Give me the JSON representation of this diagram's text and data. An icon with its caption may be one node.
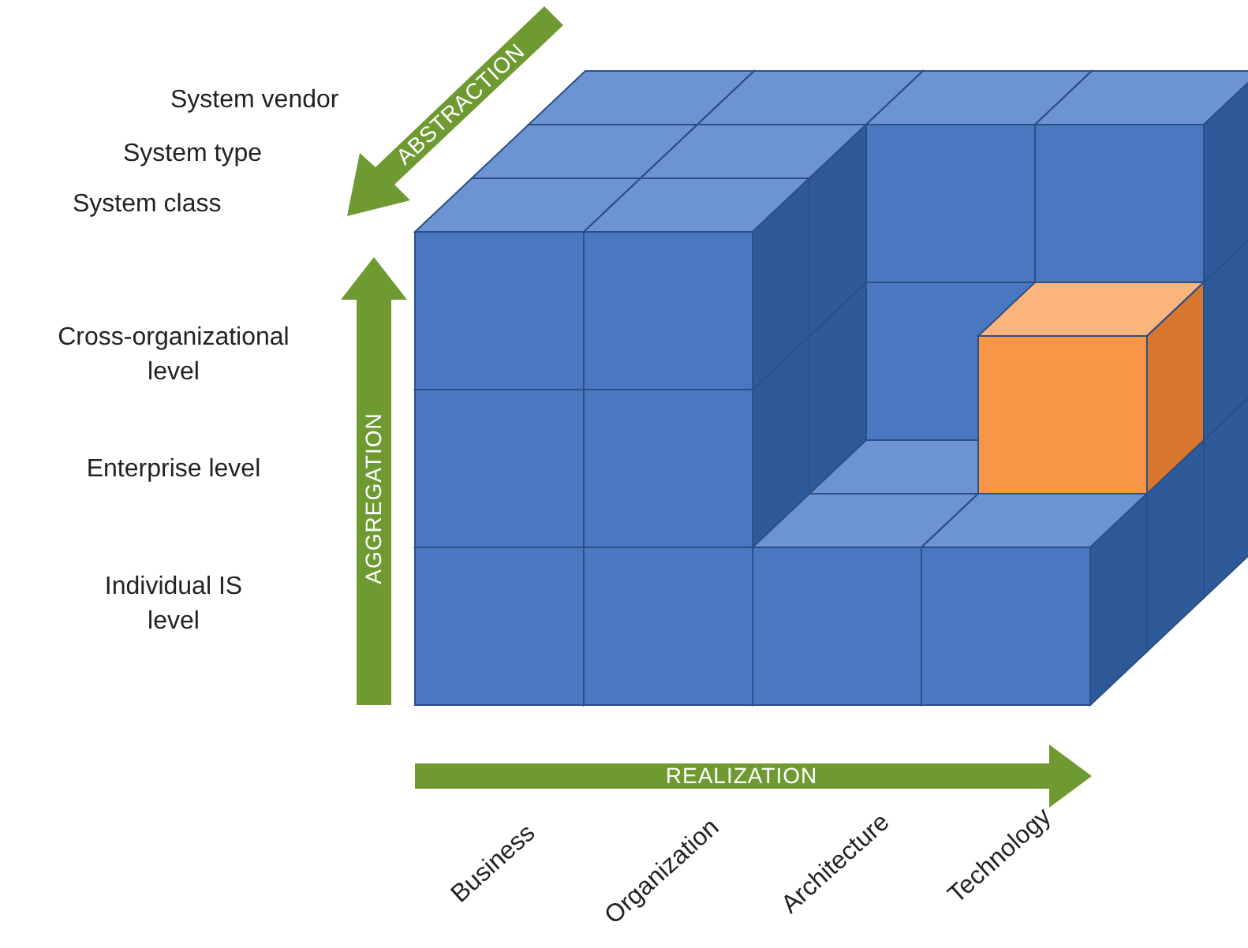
{
  "diagram": {
    "labels": [
      "ABSTRACTION",
      "System vendor",
      "System type",
      "System class",
      "Cross-organizational level",
      "Enterprise level",
      "Individual IS level",
      "AGGREGATION",
      "REALIZATION",
      "Business",
      "Organization",
      "Architecture",
      "Technology"
    ]
  }
}
